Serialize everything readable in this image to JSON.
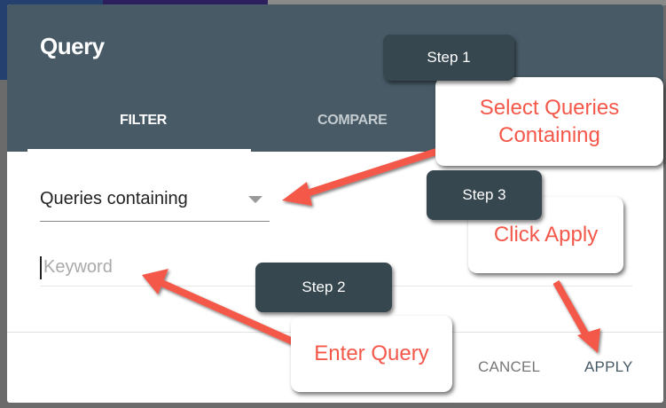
{
  "dialog": {
    "title": "Query",
    "tabs": [
      {
        "label": "FILTER",
        "active": true
      },
      {
        "label": "COMPARE",
        "active": false
      }
    ],
    "filter_select": {
      "value": "Queries containing"
    },
    "keyword_input": {
      "value": "",
      "placeholder": "Keyword"
    },
    "cancel_label": "CANCEL",
    "apply_label": "APPLY"
  },
  "annotations": {
    "step1": "Step 1",
    "step2": "Step 2",
    "step3": "Step 3",
    "callout1": "Select Queries Containing",
    "callout2": "Enter Query",
    "callout3": "Click Apply",
    "arrow_color": "#f4584a",
    "callout_text_color": "#f4584a"
  }
}
